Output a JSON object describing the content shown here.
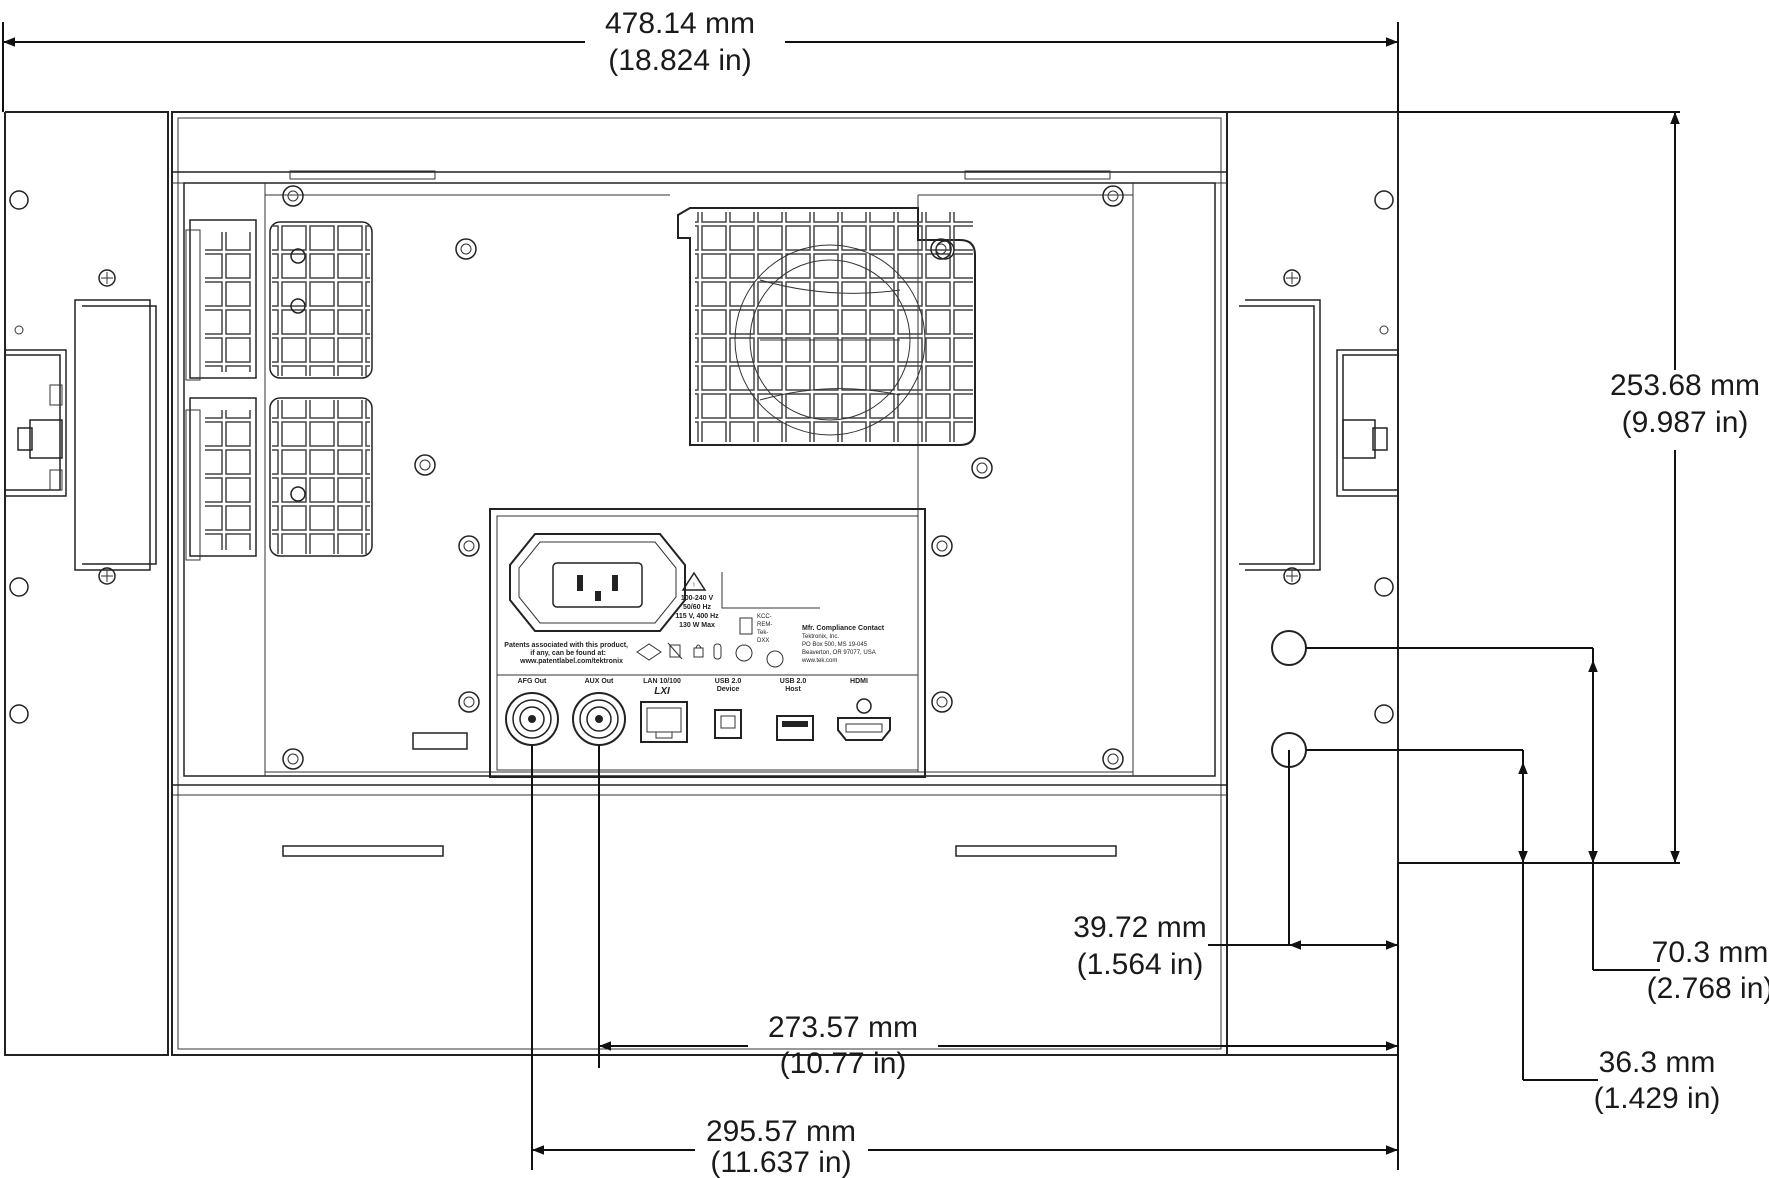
{
  "dimensions": {
    "overall_width": {
      "mm": "478.14 mm",
      "in": "(18.824 in)"
    },
    "overall_height": {
      "mm": "253.68 mm",
      "in": "(9.987 in)"
    },
    "hole_offset_horizontal": {
      "mm": "39.72 mm",
      "in": "(1.564 in)"
    },
    "upper_hole_height": {
      "mm": "70.3 mm",
      "in": "(2.768 in)"
    },
    "lower_hole_height": {
      "mm": "36.3 mm",
      "in": "(1.429 in)"
    },
    "aux_out_offset": {
      "mm": "273.57 mm",
      "in": "(10.77 in)"
    },
    "afg_out_offset": {
      "mm": "295.57 mm",
      "in": "(11.637 in)"
    }
  },
  "panel": {
    "power_rating": [
      "100-240 V",
      "50/60 Hz",
      "115 V, 400 Hz",
      "130 W Max"
    ],
    "patents": [
      "Patents associated with this product,",
      "if any, can be found at:",
      "www.patentlabel.com/tektronix"
    ],
    "compliance": [
      "Mfr. Compliance Contact",
      "Tektronix, Inc.",
      "PO Box 500, MS 19-045",
      "Beaverton, OR 97077, USA",
      "www.tek.com"
    ],
    "kcc": [
      "KCC-",
      "REM-",
      "Tek-",
      "DXX"
    ],
    "ports": [
      {
        "label": "AFG Out",
        "sub": ""
      },
      {
        "label": "AUX Out",
        "sub": ""
      },
      {
        "label": "LAN 10/100",
        "sub": "LXI"
      },
      {
        "label": "USB 2.0",
        "sub": "Device"
      },
      {
        "label": "USB 2.0",
        "sub": "Host"
      },
      {
        "label": "HDMI",
        "sub": ""
      }
    ]
  }
}
